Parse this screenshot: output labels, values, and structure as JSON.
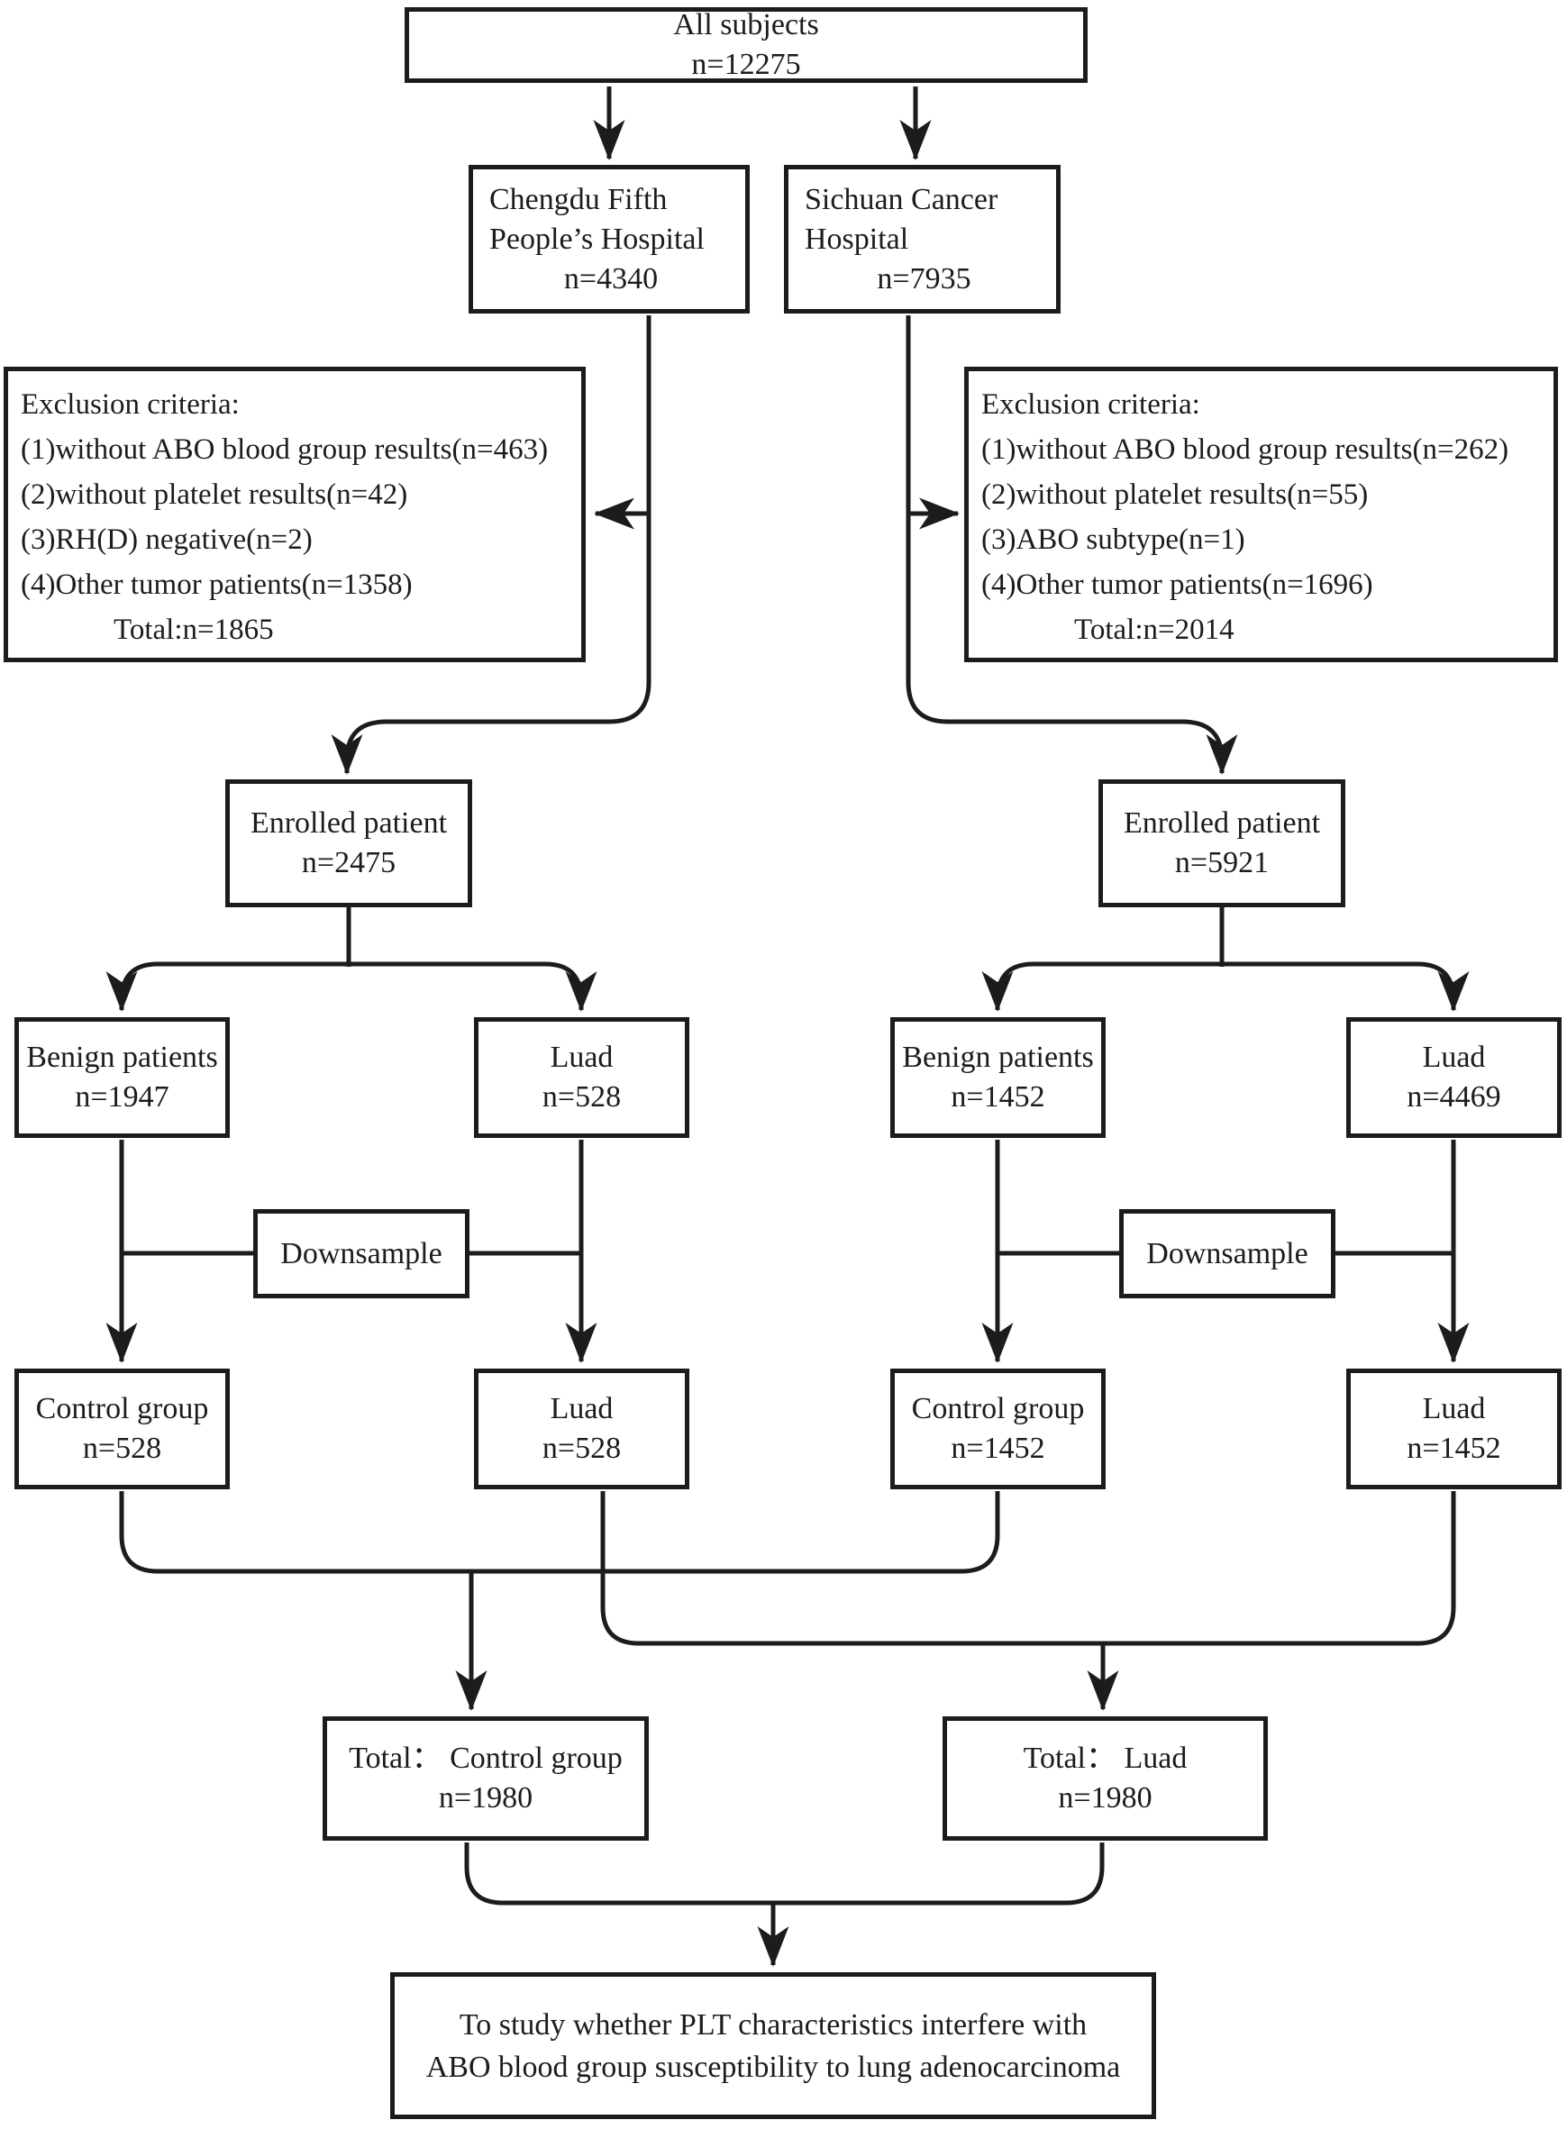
{
  "figure": {
    "background": "#ffffff",
    "line_color": "#1c1c1c",
    "type": "patient-enrollment-flowchart"
  },
  "boxes": {
    "all_subjects": {
      "line1": "All subjects",
      "line2": "n=12275"
    },
    "chengdu": {
      "line1": "Chengdu Fifth",
      "line2": "People’s Hospital",
      "line3": "n=4340"
    },
    "sichuan": {
      "line1": "Sichuan Cancer",
      "line2": "Hospital",
      "line3": "n=7935"
    },
    "exclusion_left": {
      "lines": [
        "Exclusion criteria:",
        "(1)without ABO blood group results(n=463)",
        "(2)without platelet results(n=42)",
        "(3)RH(D) negative(n=2)",
        "(4)Other tumor patients(n=1358)",
        "Total:n=1865"
      ]
    },
    "exclusion_right": {
      "lines": [
        "Exclusion criteria:",
        "(1)without ABO blood group results(n=262)",
        "(2)without platelet results(n=55)",
        "(3)ABO subtype(n=1)",
        "(4)Other tumor patients(n=1696)",
        "Total:n=2014"
      ]
    },
    "enrolled_left": {
      "line1": "Enrolled patient",
      "line2": "n=2475"
    },
    "enrolled_right": {
      "line1": "Enrolled patient",
      "line2": "n=5921"
    },
    "benign_left": {
      "line1": "Benign patients",
      "line2": "n=1947"
    },
    "luad_left": {
      "line1": "Luad",
      "line2": "n=528"
    },
    "benign_right": {
      "line1": "Benign patients",
      "line2": "n=1452"
    },
    "luad_right": {
      "line1": "Luad",
      "line2": "n=4469"
    },
    "downsample_left": {
      "line1": "Downsample"
    },
    "downsample_right": {
      "line1": "Downsample"
    },
    "control_left": {
      "line1": "Control group",
      "line2": "n=528"
    },
    "luad_left_ds": {
      "line1": "Luad",
      "line2": "n=528"
    },
    "control_right": {
      "line1": "Control group",
      "line2": "n=1452"
    },
    "luad_right_ds": {
      "line1": "Luad",
      "line2": "n=1452"
    },
    "total_control": {
      "line1": "Total： Control group",
      "line2": "n=1980"
    },
    "total_luad": {
      "line1": "Total： Luad",
      "line2": "n=1980"
    },
    "conclusion": {
      "line1": "To study whether PLT characteristics interfere with",
      "line2": "ABO blood group susceptibility to lung adenocarcinoma"
    }
  }
}
